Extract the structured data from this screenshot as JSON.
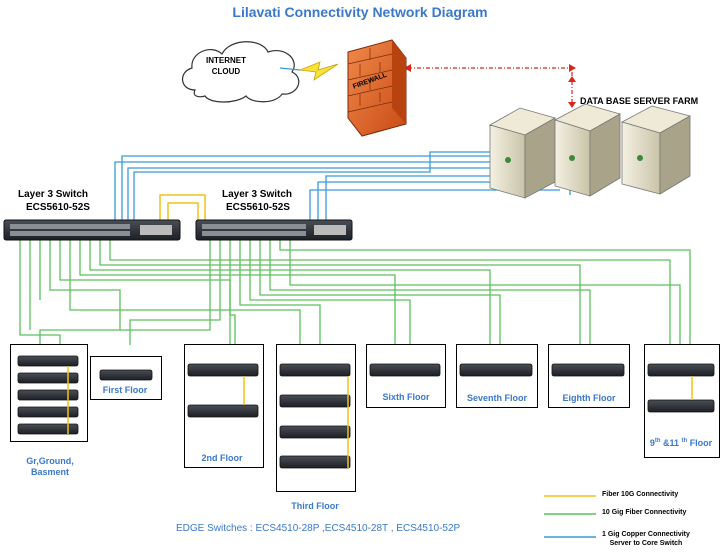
{
  "title": "Lilavati Connectivity Network Diagram",
  "internet_cloud": "INTERNET\nCLOUD",
  "firewall": "FIREWALL",
  "server_farm": "DATA BASE SERVER FARM",
  "core_switches": [
    {
      "title": "Layer 3 Switch",
      "model": "ECS5610-52S"
    },
    {
      "title": "Layer 3 Switch",
      "model": "ECS5610-52S"
    }
  ],
  "floors": [
    {
      "label": "Gr,Ground,\nBasment"
    },
    {
      "label": "First Floor"
    },
    {
      "label": "2nd Floor"
    },
    {
      "label": "Third Floor"
    },
    {
      "label": "Sixth Floor"
    },
    {
      "label": "Seventh Floor"
    },
    {
      "label": "Eighth Floor"
    },
    {
      "label_prefix": "9",
      "sup1": "th",
      "label_mid": " &11 ",
      "sup2": "th",
      "label_suffix": " Floor"
    }
  ],
  "edge_switches": "EDGE Switches : ECS4510-28P ,ECS4510-28T , ECS4510-52P",
  "legend": [
    {
      "label": "Fiber 10G Connectivity",
      "color": "#f2c21a"
    },
    {
      "label": "10 Gig Fiber Connectivity",
      "color": "#5cc15c"
    },
    {
      "label": "1 Gig Copper Connectivity\nServer to Core Switch",
      "color": "#3a9bd6"
    }
  ],
  "colors": {
    "fiber10g": "#f2c21a",
    "gig10": "#5cc15c",
    "copper": "#3a9bd6",
    "link_red": "#d9261c",
    "title": "#3a78c9",
    "firewall": "#e8642c"
  }
}
